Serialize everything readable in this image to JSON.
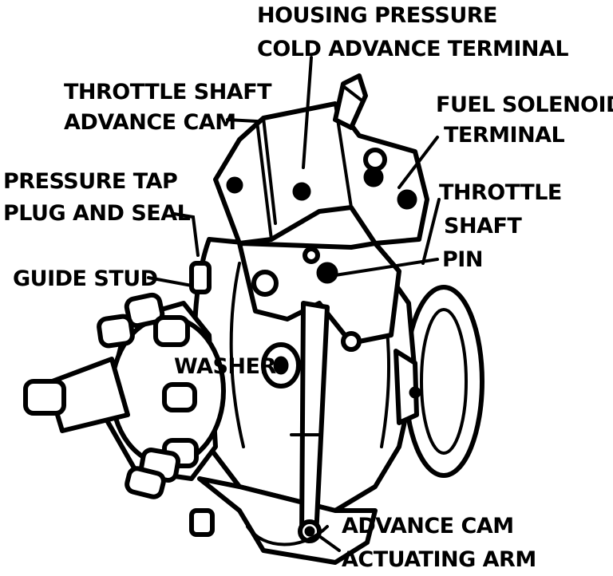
{
  "labels": {
    "housing_pressure_l1": "HOUSING PRESSURE",
    "housing_pressure_l2": "COLD ADVANCE TERMINAL",
    "throttle_shaft_cam_l1": "THROTTLE SHAFT",
    "throttle_shaft_cam_l2": "ADVANCE CAM",
    "fuel_solenoid_l1": "FUEL SOLENOID",
    "fuel_solenoid_l2": "TERMINAL",
    "pressure_tap_l1": "PRESSURE TAP",
    "pressure_tap_l2": "PLUG AND SEAL",
    "throttle_pin_l1": "THROTTLE",
    "throttle_pin_l2": "SHAFT",
    "throttle_pin_l3": "PIN",
    "guide_stud": "GUIDE STUD",
    "washer": "WASHER",
    "advance_arm_l1": "ADVANCE CAM",
    "advance_arm_l2": "ACTUATING ARM"
  },
  "colors": {
    "ink": "#000000",
    "paper": "#ffffff"
  }
}
